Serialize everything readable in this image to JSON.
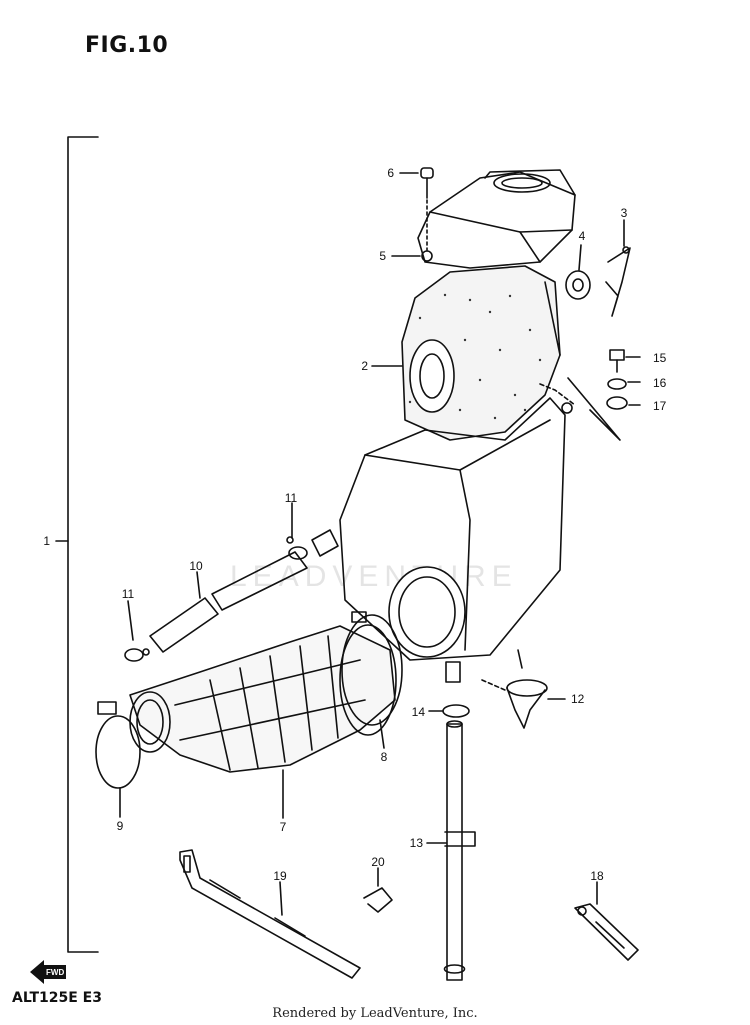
{
  "figure": {
    "title": "FIG.10",
    "model_code": "ALT125E E3"
  },
  "footer": {
    "text": "Rendered by LeadVenture, Inc."
  },
  "watermark": {
    "text": "LEADVENTURE"
  },
  "fwd_marker": {
    "label": "FWD"
  },
  "callouts": [
    {
      "id": "1",
      "label": "1"
    },
    {
      "id": "2",
      "label": "2"
    },
    {
      "id": "3",
      "label": "3"
    },
    {
      "id": "4",
      "label": "4"
    },
    {
      "id": "5",
      "label": "5"
    },
    {
      "id": "6",
      "label": "6"
    },
    {
      "id": "7",
      "label": "7"
    },
    {
      "id": "8",
      "label": "8"
    },
    {
      "id": "9",
      "label": "9"
    },
    {
      "id": "10",
      "label": "10"
    },
    {
      "id": "11a",
      "label": "11"
    },
    {
      "id": "11b",
      "label": "11"
    },
    {
      "id": "12",
      "label": "12"
    },
    {
      "id": "13",
      "label": "13"
    },
    {
      "id": "14",
      "label": "14"
    },
    {
      "id": "15",
      "label": "15"
    },
    {
      "id": "16",
      "label": "16"
    },
    {
      "id": "17",
      "label": "17"
    },
    {
      "id": "18",
      "label": "18"
    },
    {
      "id": "19",
      "label": "19"
    },
    {
      "id": "20",
      "label": "20"
    }
  ]
}
